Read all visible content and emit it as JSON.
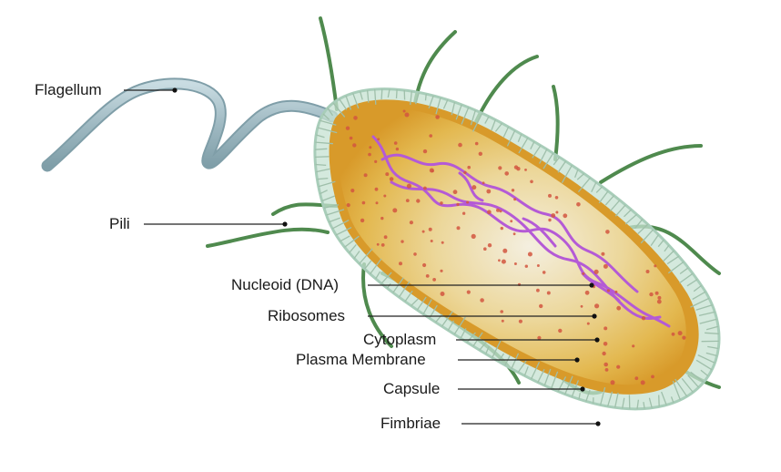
{
  "diagram": {
    "subject": "bacterial-cell",
    "colors": {
      "capsule": "#b9d8c6",
      "cytoplasm": "#e9c76a",
      "membrane": "#d9a43a",
      "nucleoid": "#b45ad6",
      "ribosome": "#d2563f",
      "pili": "#4f8a4e",
      "flagellum": "#9fb9c2",
      "leader_line": "#222222"
    },
    "labels": {
      "flagellum": "Flagellum",
      "pili": "Pili",
      "nucleoid": "Nucleoid (DNA)",
      "ribosomes": "Ribosomes",
      "cytoplasm": "Cytoplasm",
      "plasma_membrane": "Plasma Membrane",
      "capsule": "Capsule",
      "fimbriae": "Fimbriae"
    }
  }
}
